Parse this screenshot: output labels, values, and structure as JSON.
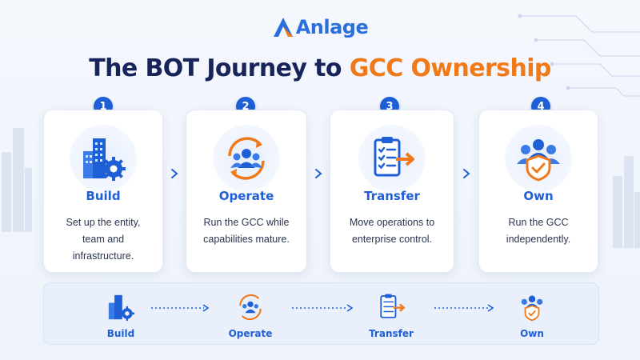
{
  "brand": {
    "name": "Anlage"
  },
  "title": {
    "part1": "The BOT Journey to",
    "part2": "GCC Ownership"
  },
  "colors": {
    "primary": "#1f5fd6",
    "accent": "#f07a1a",
    "navy": "#16245a"
  },
  "steps": [
    {
      "number": "1",
      "title": "Build",
      "description": "Set up the entity, team and infrastructure.",
      "icon": "buildings-gear-icon"
    },
    {
      "number": "2",
      "title": "Operate",
      "description": "Run the GCC while capabilities mature.",
      "icon": "team-cycle-icon"
    },
    {
      "number": "3",
      "title": "Transfer",
      "description": "Move operations to enterprise control.",
      "icon": "checklist-arrow-icon"
    },
    {
      "number": "4",
      "title": "Own",
      "description": "Run the GCC independently.",
      "icon": "team-shield-icon"
    }
  ],
  "summary": [
    {
      "label": "Build"
    },
    {
      "label": "Operate"
    },
    {
      "label": "Transfer"
    },
    {
      "label": "Own"
    }
  ]
}
